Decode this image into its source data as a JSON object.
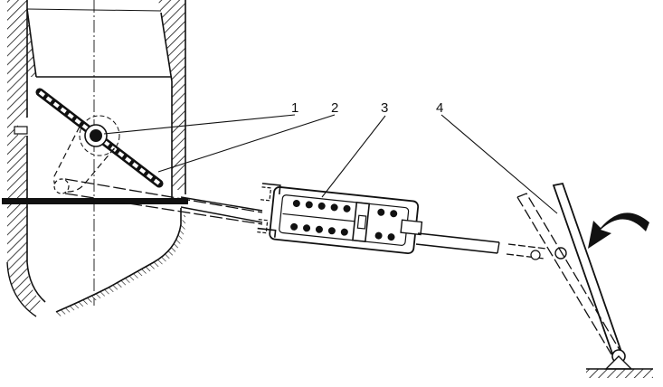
{
  "callouts": [
    {
      "id": "1",
      "label": "1"
    },
    {
      "id": "2",
      "label": "2"
    },
    {
      "id": "3",
      "label": "3"
    },
    {
      "id": "4",
      "label": "4"
    }
  ],
  "colors": {
    "ink": "#111111",
    "background": "#ffffff"
  },
  "icons": {
    "force_arrow": "curved-arrow-icon",
    "ground": "ground-hatch-icon"
  }
}
